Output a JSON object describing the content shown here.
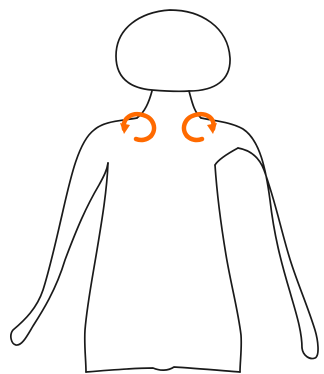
{
  "illustration": {
    "subject": "person-back-view",
    "outline_color": "#1a1a1a",
    "background_color": "#ffffff"
  },
  "markers": [
    {
      "side": "left",
      "icon": "rotate-arrow-icon",
      "direction": "circular-rotation",
      "color": "#ff6a00"
    },
    {
      "side": "right",
      "icon": "rotate-arrow-icon",
      "direction": "circular-rotation",
      "color": "#ff6a00"
    }
  ]
}
